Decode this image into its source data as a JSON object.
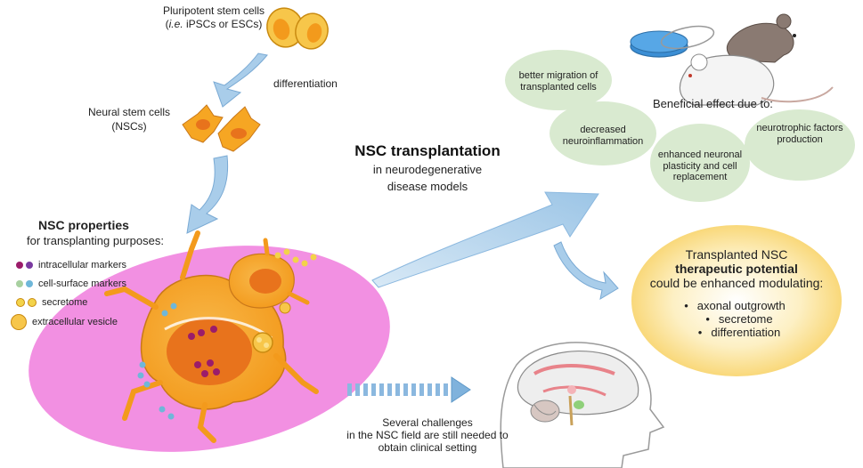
{
  "labels": {
    "pluripotent_line1": "Pluripotent stem cells",
    "pluripotent_line2_pre": "i.e.",
    "pluripotent_line2_post": " iPSCs or ESCs)",
    "differentiation": "differentiation",
    "nsc_line1": "Neural stem cells",
    "nsc_line2": "(NSCs)",
    "nsc_props_title": "NSC properties",
    "nsc_props_sub": "for transplanting purposes:",
    "transplant_title": "NSC transplantation",
    "transplant_sub1": "in neurodegenerative",
    "transplant_sub2": "disease models",
    "beneficial": "Beneficial effect due to:",
    "challenges1": "Several challenges",
    "challenges2": "in the NSC field are still needed to",
    "challenges3": "obtain clinical setting"
  },
  "legend": [
    {
      "label": "intracellular markers",
      "color": "#9b1c6a"
    },
    {
      "label": "cell-surface markers",
      "color": "#6fb7d9"
    },
    {
      "label": "secretome",
      "color": "#f3d34a"
    },
    {
      "label": "extracellular vesicle",
      "color": "#f3c24a"
    }
  ],
  "bubbles": [
    {
      "line1": "better migration of",
      "line2": "transplanted cells"
    },
    {
      "line1": "decreased",
      "line2": "neuroinflammation"
    },
    {
      "line1": "neurotrophic factors",
      "line2": "production"
    },
    {
      "line1": "enhanced neuronal",
      "line2": "plasticity and cell",
      "line3": "replacement"
    }
  ],
  "potential": {
    "line1": "Transplanted NSC",
    "line2": "therapeutic potential",
    "line3": "could be enhanced modulating:",
    "items": [
      "axonal outgrowth",
      "secretome",
      "differentiation"
    ]
  },
  "colors": {
    "bubble_green": "#d9ead0",
    "arrow_blue": "#a9cdea",
    "ellipse_magenta": "#f08ce0",
    "cell_orange": "#f6a623",
    "cell_nucleus": "#e8731c",
    "potential_yellow": "#f8d267"
  }
}
